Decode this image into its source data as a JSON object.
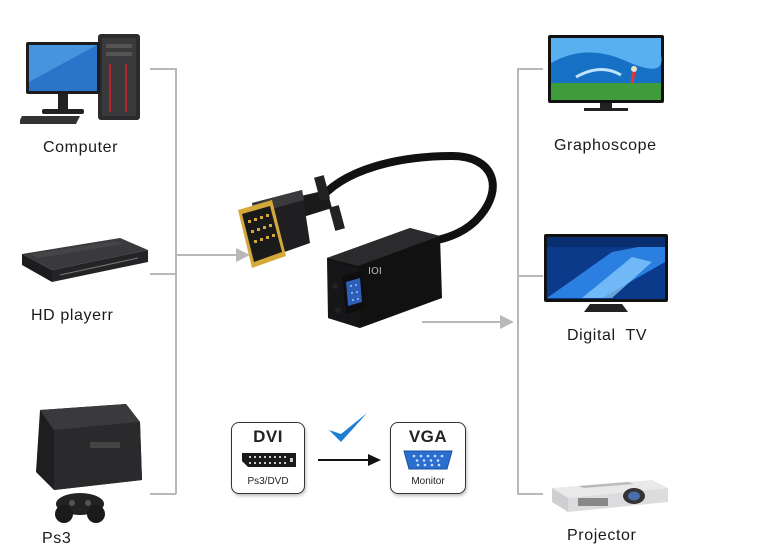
{
  "sources": [
    {
      "label": "Computer",
      "icon": "computer-icon"
    },
    {
      "label": "HD playerr",
      "icon": "hd-player-icon"
    },
    {
      "label": "Ps3",
      "icon": "ps3-console-icon"
    }
  ],
  "displays": [
    {
      "label": "Graphoscope",
      "icon": "tv-screen-icon"
    },
    {
      "label": "Digital  TV",
      "icon": "digital-tv-icon"
    },
    {
      "label": "Projector",
      "icon": "projector-icon"
    }
  ],
  "adapter": {
    "vga_marking": "IOI"
  },
  "legend": {
    "dvi_title": "DVI",
    "dvi_caption": "Ps3/DVD",
    "vga_title": "VGA",
    "vga_caption": "Monitor",
    "check_color": "#1e7fd0"
  }
}
